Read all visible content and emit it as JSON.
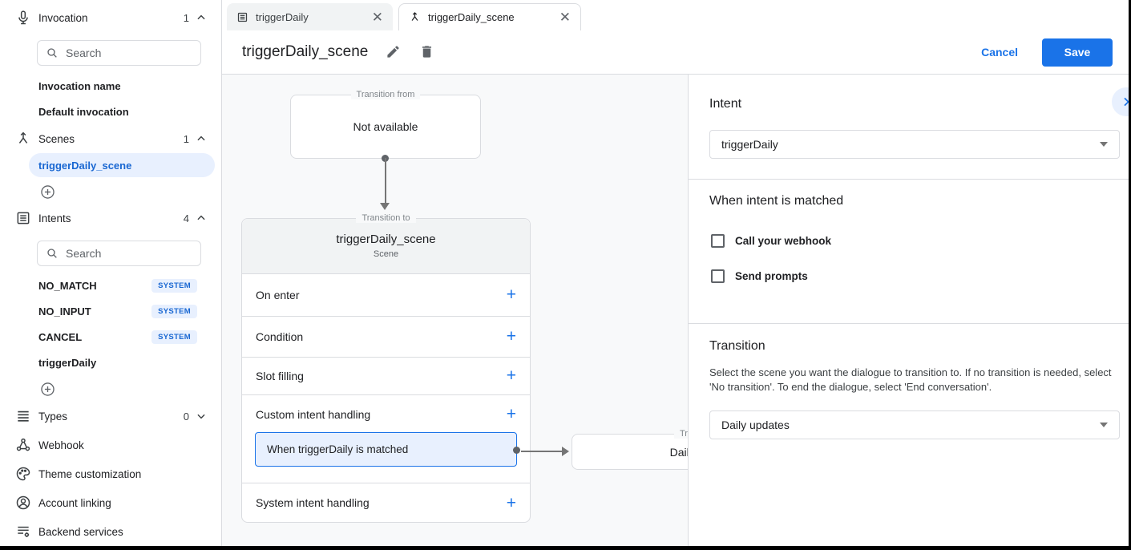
{
  "colors": {
    "accent": "#1a73e8",
    "selected_bg": "#e8f0fe",
    "badge_text": "#1967d2",
    "border": "#dadce0"
  },
  "sidebar": {
    "invocation": {
      "label": "Invocation",
      "count": "1",
      "search_placeholder": "Search",
      "items": [
        {
          "label": "Invocation name"
        },
        {
          "label": "Default invocation"
        }
      ]
    },
    "scenes": {
      "label": "Scenes",
      "count": "1",
      "selected_item": "triggerDaily_scene"
    },
    "intents": {
      "label": "Intents",
      "count": "4",
      "search_placeholder": "Search",
      "items": [
        {
          "label": "NO_MATCH",
          "badge": "SYSTEM"
        },
        {
          "label": "NO_INPUT",
          "badge": "SYSTEM"
        },
        {
          "label": "CANCEL",
          "badge": "SYSTEM"
        },
        {
          "label": "triggerDaily"
        }
      ]
    },
    "types": {
      "label": "Types",
      "count": "0"
    },
    "links": [
      {
        "label": "Webhook"
      },
      {
        "label": "Theme customization"
      },
      {
        "label": "Account linking"
      },
      {
        "label": "Backend services"
      }
    ]
  },
  "tabs": {
    "tab1": "triggerDaily",
    "tab2": "triggerDaily_scene"
  },
  "header": {
    "title": "triggerDaily_scene",
    "cancel_label": "Cancel",
    "save_label": "Save"
  },
  "canvas": {
    "from_box": {
      "legend": "Transition from",
      "text": "Not available"
    },
    "scene_card": {
      "legend": "Transition to",
      "title": "triggerDaily_scene",
      "subtitle": "Scene",
      "rows": [
        "On enter",
        "Condition",
        "Slot filling",
        "Custom intent handling",
        "System intent handling"
      ],
      "chip": "When triggerDaily is matched",
      "plus": "+"
    },
    "to_box": {
      "legend": "Transition to",
      "text": "Daily updates"
    }
  },
  "panel": {
    "intent": {
      "heading": "Intent",
      "value": "triggerDaily"
    },
    "matched": {
      "heading": "When intent is matched",
      "checkbox1": "Call your webhook",
      "checkbox2": "Send prompts"
    },
    "transition": {
      "heading": "Transition",
      "description": "Select the scene you want the dialogue to transition to. If no transition is needed, select 'No transition'. To end the dialogue, select 'End conversation'.",
      "value": "Daily updates"
    }
  }
}
